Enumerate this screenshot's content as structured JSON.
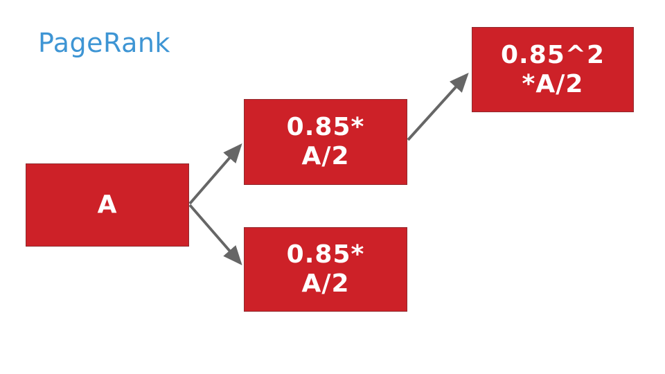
{
  "colors": {
    "accent_blue": "#3E95D4",
    "node_red": "#CD2128",
    "node_text": "#FFFFFF",
    "arrow_gray": "#666666",
    "background": "#FFFFFF"
  },
  "header": {
    "title": "PageRank"
  },
  "diagram": {
    "nodes": {
      "a": {
        "label": "A"
      },
      "mid": {
        "line1": "0.85*",
        "line2": "A/2"
      },
      "bottom": {
        "line1": "0.85*",
        "line2": "A/2"
      },
      "top": {
        "line1": "0.85^2",
        "line2": "*A/2"
      }
    },
    "arrows": [
      {
        "name": "a-to-mid",
        "from": "a",
        "to": "mid"
      },
      {
        "name": "a-to-bottom",
        "from": "a",
        "to": "bottom"
      },
      {
        "name": "mid-to-top",
        "from": "mid",
        "to": "top"
      }
    ]
  }
}
